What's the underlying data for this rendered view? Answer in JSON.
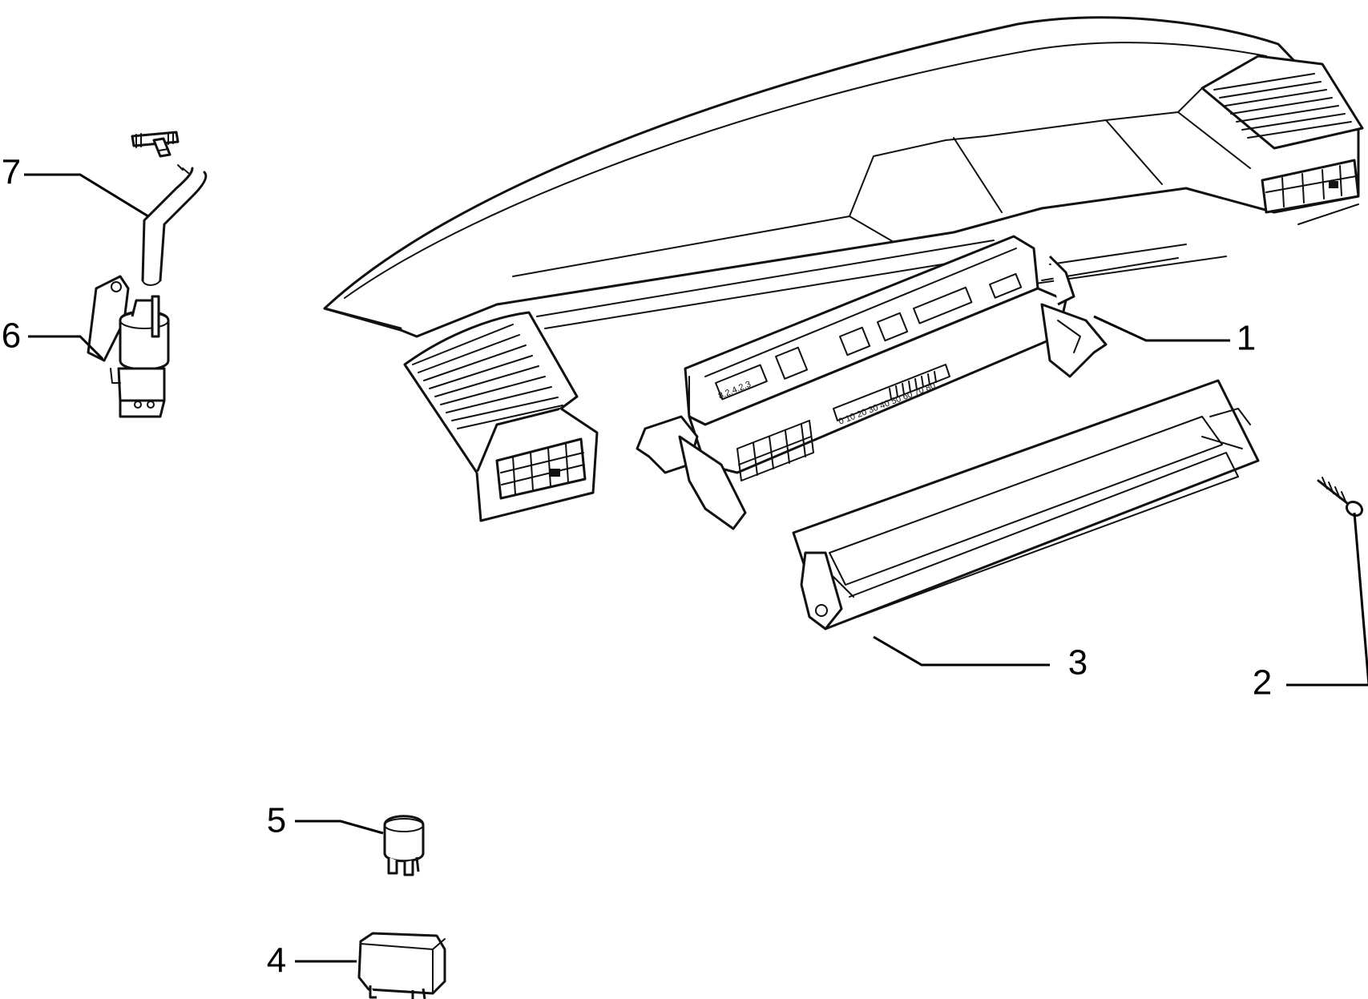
{
  "callouts": [
    {
      "id": "1",
      "label": "1"
    },
    {
      "id": "2",
      "label": "2"
    },
    {
      "id": "3",
      "label": "3"
    },
    {
      "id": "4",
      "label": "4"
    },
    {
      "id": "5",
      "label": "5"
    },
    {
      "id": "6",
      "label": "6"
    },
    {
      "id": "7",
      "label": "7"
    }
  ],
  "cluster_text": {
    "display_a": "8.2.4.2.3",
    "scale": "0 10 20 30 40 50 60 70 80"
  }
}
